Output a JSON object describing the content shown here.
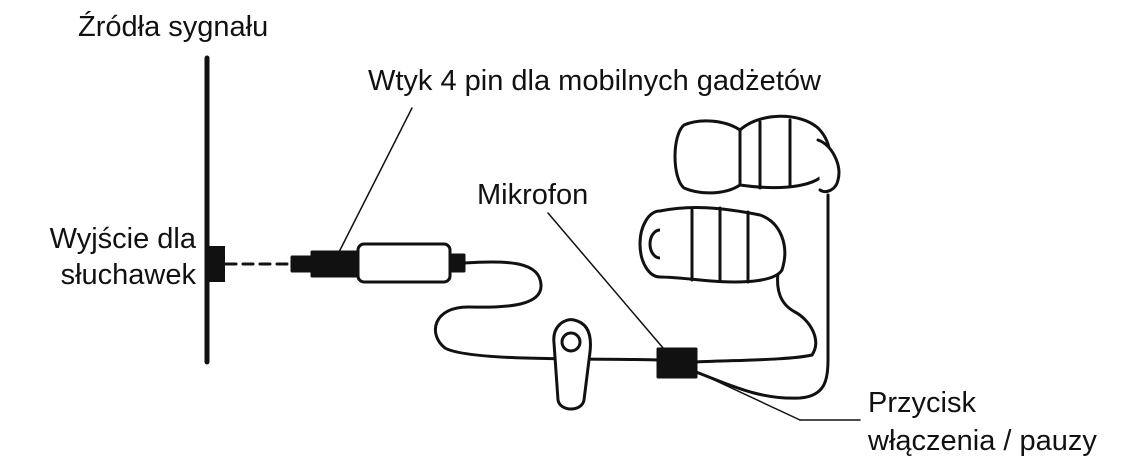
{
  "labels": {
    "signal_sources": "Źródła sygnału",
    "headphone_output_line1": "Wyjście dla",
    "headphone_output_line2": "słuchawek",
    "plug_4pin": "Wtyk 4 pin dla mobilnych gadżetów",
    "microphone": "Mikrofon",
    "play_pause_line1": "Przycisk",
    "play_pause_line2": "włączenia / pauzy"
  },
  "colors": {
    "ink": "#111111",
    "background": "#ffffff"
  }
}
